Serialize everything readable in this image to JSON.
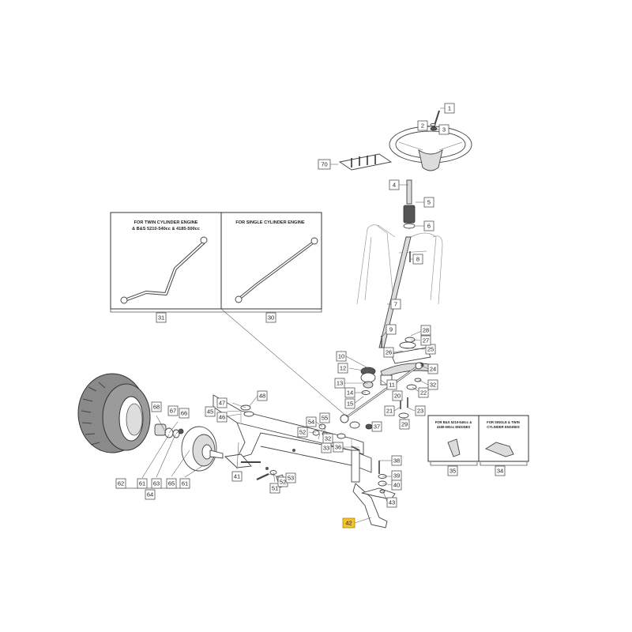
{
  "callouts": [
    {
      "id": "c1",
      "label": "1"
    },
    {
      "id": "c2",
      "label": "2"
    },
    {
      "id": "c3",
      "label": "3"
    },
    {
      "id": "c4",
      "label": "4"
    },
    {
      "id": "c5",
      "label": "5"
    },
    {
      "id": "c6",
      "label": "6"
    },
    {
      "id": "c7",
      "label": "7"
    },
    {
      "id": "c8",
      "label": "8"
    },
    {
      "id": "c9",
      "label": "9"
    },
    {
      "id": "c10",
      "label": "10"
    },
    {
      "id": "c11",
      "label": "11"
    },
    {
      "id": "c12",
      "label": "12"
    },
    {
      "id": "c13",
      "label": "13"
    },
    {
      "id": "c14",
      "label": "14"
    },
    {
      "id": "c15",
      "label": "15"
    },
    {
      "id": "c20",
      "label": "20"
    },
    {
      "id": "c21",
      "label": "21"
    },
    {
      "id": "c22",
      "label": "22"
    },
    {
      "id": "c23",
      "label": "23"
    },
    {
      "id": "c24",
      "label": "24"
    },
    {
      "id": "c25",
      "label": "25"
    },
    {
      "id": "c26",
      "label": "26"
    },
    {
      "id": "c27",
      "label": "27"
    },
    {
      "id": "c28",
      "label": "28"
    },
    {
      "id": "c29",
      "label": "29"
    },
    {
      "id": "c30",
      "label": "30"
    },
    {
      "id": "c31",
      "label": "31"
    },
    {
      "id": "c32a",
      "label": "32"
    },
    {
      "id": "c32b",
      "label": "32"
    },
    {
      "id": "c33",
      "label": "33"
    },
    {
      "id": "c34",
      "label": "34"
    },
    {
      "id": "c35",
      "label": "35"
    },
    {
      "id": "c36",
      "label": "36"
    },
    {
      "id": "c37",
      "label": "37"
    },
    {
      "id": "c38",
      "label": "38"
    },
    {
      "id": "c39",
      "label": "39"
    },
    {
      "id": "c40",
      "label": "40"
    },
    {
      "id": "c41",
      "label": "41"
    },
    {
      "id": "c42",
      "label": "42",
      "highlight": true
    },
    {
      "id": "c43",
      "label": "43"
    },
    {
      "id": "c45",
      "label": "45"
    },
    {
      "id": "c46",
      "label": "46"
    },
    {
      "id": "c47",
      "label": "47"
    },
    {
      "id": "c48",
      "label": "48"
    },
    {
      "id": "c51",
      "label": "51"
    },
    {
      "id": "c52a",
      "label": "52"
    },
    {
      "id": "c52b",
      "label": "52"
    },
    {
      "id": "c53",
      "label": "53"
    },
    {
      "id": "c54",
      "label": "54"
    },
    {
      "id": "c55",
      "label": "55"
    },
    {
      "id": "c61a",
      "label": "61"
    },
    {
      "id": "c61b",
      "label": "61"
    },
    {
      "id": "c62",
      "label": "62"
    },
    {
      "id": "c63",
      "label": "63"
    },
    {
      "id": "c64",
      "label": "64"
    },
    {
      "id": "c65",
      "label": "65"
    },
    {
      "id": "c66",
      "label": "66"
    },
    {
      "id": "c67",
      "label": "67"
    },
    {
      "id": "c68",
      "label": "68"
    },
    {
      "id": "c70",
      "label": "70"
    }
  ],
  "inset_boxes": {
    "twin_cylinder": {
      "line1": "FOR TWIN CYLINDER ENGINE",
      "line2": "& B&S 5210-540cc & 4185-500cc"
    },
    "single_cylinder": {
      "line1": "FOR SINGLE CYLINDER ENGINE"
    },
    "bs_small": {
      "line1": "FOR B&S 5210-540cc &",
      "line2": "4185-500cc ENGINES"
    },
    "single_twin_small": {
      "line1": "FOR SINGLE & TWIN",
      "line2": "CYLINDER ENGINES"
    }
  }
}
